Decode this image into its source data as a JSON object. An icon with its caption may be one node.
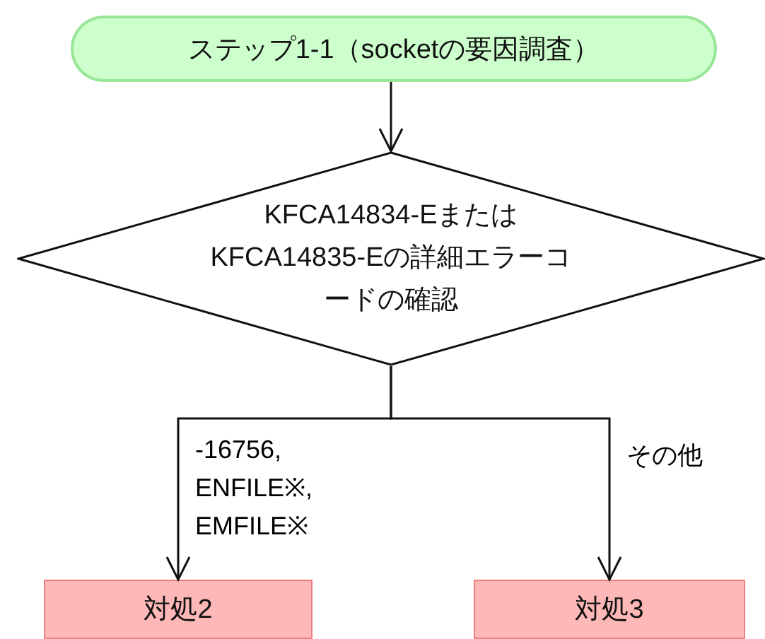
{
  "diagram": {
    "nodes": [
      {
        "text": [
          "ステップ1-1（socketの要因調査）"
        ]
      },
      {
        "text": [
          "KFCA14834-EまたはKFCA14835-Eの詳細エラーコードの確認"
        ]
      },
      {
        "text": [
          "対処2"
        ]
      },
      {
        "text": [
          "対処3"
        ]
      }
    ],
    "edges": [
      {
        "from": 0,
        "to": 1,
        "arrow": "to"
      },
      {
        "from": 1,
        "to": 2,
        "arrow": "to",
        "label": "-16756, ENFILE※, EMFILE※"
      },
      {
        "from": 1,
        "to": 3,
        "arrow": "to",
        "label": "その他"
      }
    ]
  }
}
